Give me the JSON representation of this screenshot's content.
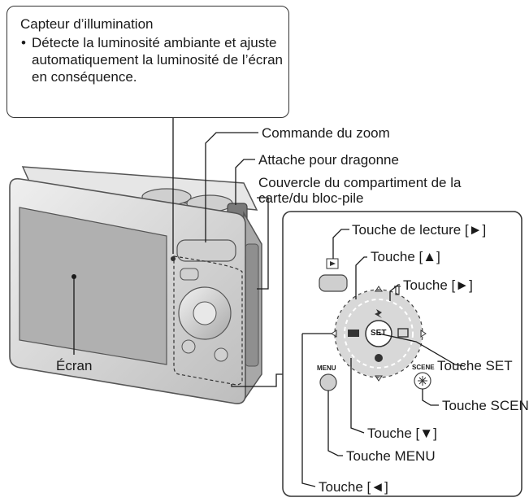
{
  "callout": {
    "title": "Capteur d’illumination",
    "bullet": "•",
    "text": "Détecte la luminosité ambiante et ajuste automatiquement la luminosité de l’écran en conséquence."
  },
  "labels": {
    "zoom": "Commande du zoom",
    "strap": "Attache pour dragonne",
    "cover_line1": "Couvercle du compartiment de la",
    "cover_line2": "carte/du bloc-pile",
    "screen": "Écran"
  },
  "buttons_panel": {
    "playback": "Touche de lecture [►]",
    "up": "Touche [▲]",
    "right": "Touche [►]",
    "set": "Touche SET",
    "scene": "Touche SCENE",
    "down": "Touche [▼]",
    "menu": "Touche MENU",
    "left": "Touche [◄]"
  },
  "dial_marks": {
    "set": "SET",
    "menu": "MENU",
    "scene": "SCENE"
  },
  "colors": {
    "camera_body": "#d9d9d9",
    "camera_dark": "#8c8c8c",
    "screen": "#b3b3b3",
    "dial": "#cfcfcf",
    "line": "#1a1a1a"
  }
}
